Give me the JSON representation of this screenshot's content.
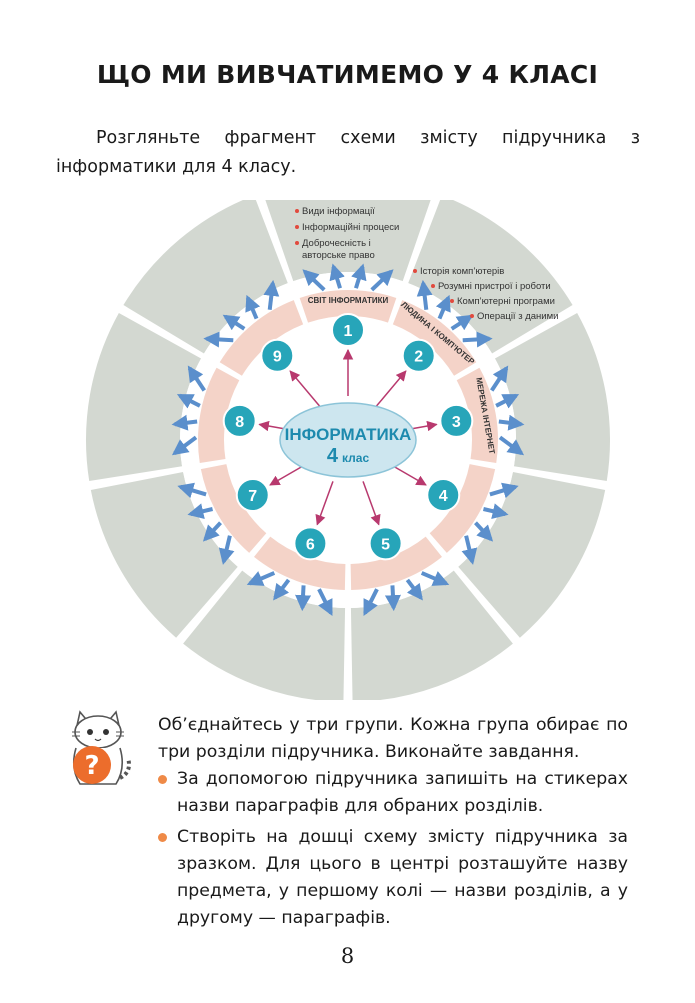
{
  "title": "ЩО МИ ВИВЧАТИМЕМО У 4 КЛАСІ",
  "intro": "Розгляньте фрагмент схеми змісту підручника з інформатики для 4 класу.",
  "scheme": {
    "center_title": "ІНФОРМАТИКА",
    "center_sub_number": "4",
    "center_sub_word": "клас",
    "sections": [
      "1",
      "2",
      "3",
      "4",
      "5",
      "6",
      "7",
      "8",
      "9"
    ],
    "ring_labels": [
      "СВІТ ІНФОРМАТИКИ",
      "ЛЮДИНА І КОМП’ЮТЕР",
      "МЕРЕЖА ІНТЕРНЕТ"
    ],
    "topics_group_1": [
      "Види інформації",
      "Інформаційні процеси",
      "Доброчесність і",
      "авторське право"
    ],
    "topics_group_2": [
      "Історія комп’ютерів",
      "Розумні пристрої і роботи",
      "Комп’ютерні програми",
      "Операції з даними"
    ],
    "colors": {
      "outer_ring": "#d3d8d1",
      "inner_ring": "#f4d3c8",
      "node": "#27a5b9",
      "spoke": "#b8396e",
      "arrow": "#5b8fcc",
      "ellipse_fill": "#cde6ef",
      "ellipse_text": "#1d8aae",
      "topic_dot": "#e14a3e"
    }
  },
  "task": {
    "intro": "Об’єднайтесь у три групи. Кожна група обирає по три розділи підручника. Виконайте завдання.",
    "bullets": [
      "За допомогою підручника запишіть на стикерах назви параграфів для обраних розділів.",
      "Створіть на дошці схему змісту підручника за зразком. Для цього в центрі розташуйте назву предмета, у першому колі — назви розділів, а у другому — параграфів."
    ],
    "icon": "question-cat-icon",
    "icon_symbol": "?"
  },
  "page_number": "8"
}
